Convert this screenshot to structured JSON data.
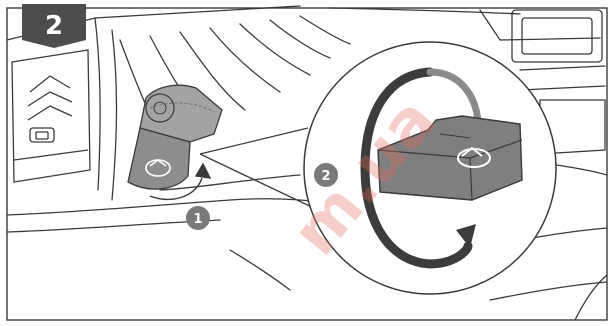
{
  "step_badge": {
    "label": "2",
    "color": "#4d4d4d"
  },
  "callouts": [
    {
      "id": "1",
      "label": "1",
      "color": "#7a7a7a"
    },
    {
      "id": "2",
      "label": "2",
      "color": "#7a7a7a"
    }
  ],
  "watermark": {
    "text": "m.ua",
    "color": "#e26a5c"
  },
  "colors": {
    "line": "#3a3a3a",
    "knob_fill": "#9a9a9a",
    "knob_dark": "#6e6e6e",
    "arrow_fill": "#3c3c3c",
    "background": "#ffffff"
  },
  "icons": [
    "rotate-arrow-icon",
    "rotate-symbol-icon",
    "vent-grille-icon",
    "zoom-detail-icon"
  ]
}
